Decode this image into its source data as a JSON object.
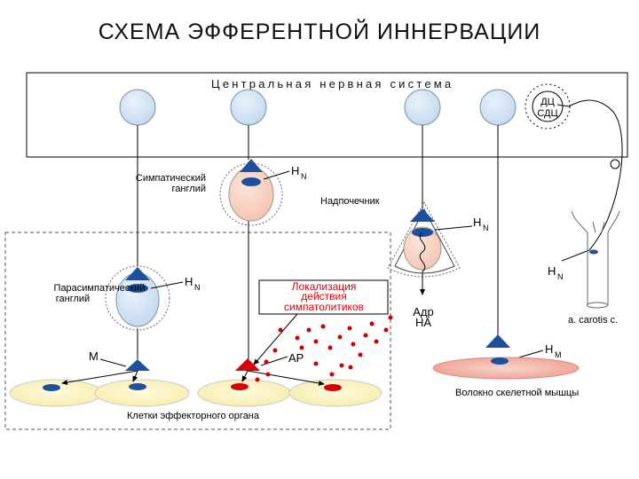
{
  "title": "СХЕМА   ЭФФЕРЕНТНОЙ   ИННЕРВАЦИИ",
  "cns_label": "Центральная   нервная   система",
  "centers": [
    "ДЦ",
    "СДЦ"
  ],
  "sympathetic_ganglion": [
    "Симпатический",
    "ганглий"
  ],
  "parasympathetic_ganglion": [
    "Парасимпатический",
    "ганглий"
  ],
  "adrenal": "Надпочечник",
  "receptors": {
    "n": "Н",
    "n_sub": "N",
    "m_sub": "M",
    "m": "М",
    "ar": "АР"
  },
  "localization": [
    "Локализация",
    "действия",
    "симпатолитиков"
  ],
  "adrenal_output": [
    "Адр",
    "НА"
  ],
  "carotis": "a. carotis c.",
  "skeletal_muscle": "Волокно скелетной мышцы",
  "effector_cells": "Клетки эффекторного органа",
  "colors": {
    "soma": "#cfe2f3",
    "ganglion_cell": "#f8d3c3",
    "receptor_blue": "#1f4f9f",
    "receptor_red": "#d9000a",
    "effector_cell": "#fbf5c0",
    "muscle_fiber": "#f2b9ac",
    "mediator_dots": "#d00000"
  }
}
